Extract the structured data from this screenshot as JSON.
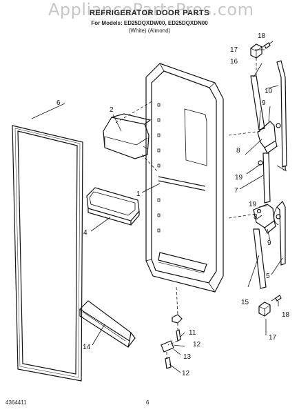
{
  "header": {
    "watermark": "AppliancePartsPros.com",
    "title": "REFRIGERATOR DOOR PARTS",
    "models": "For Models: ED25DQXDW00, ED25DQXDN00",
    "variants": "(White)          (Almond)"
  },
  "footer": {
    "doc_number": "4364411",
    "page_number": "6"
  },
  "callouts": [
    "1",
    "2",
    "3",
    "4",
    "5",
    "6",
    "7",
    "8",
    "8",
    "9",
    "9",
    "10",
    "11",
    "12",
    "12",
    "13",
    "14",
    "15",
    "16",
    "17",
    "17",
    "18",
    "18",
    "19",
    "19"
  ]
}
